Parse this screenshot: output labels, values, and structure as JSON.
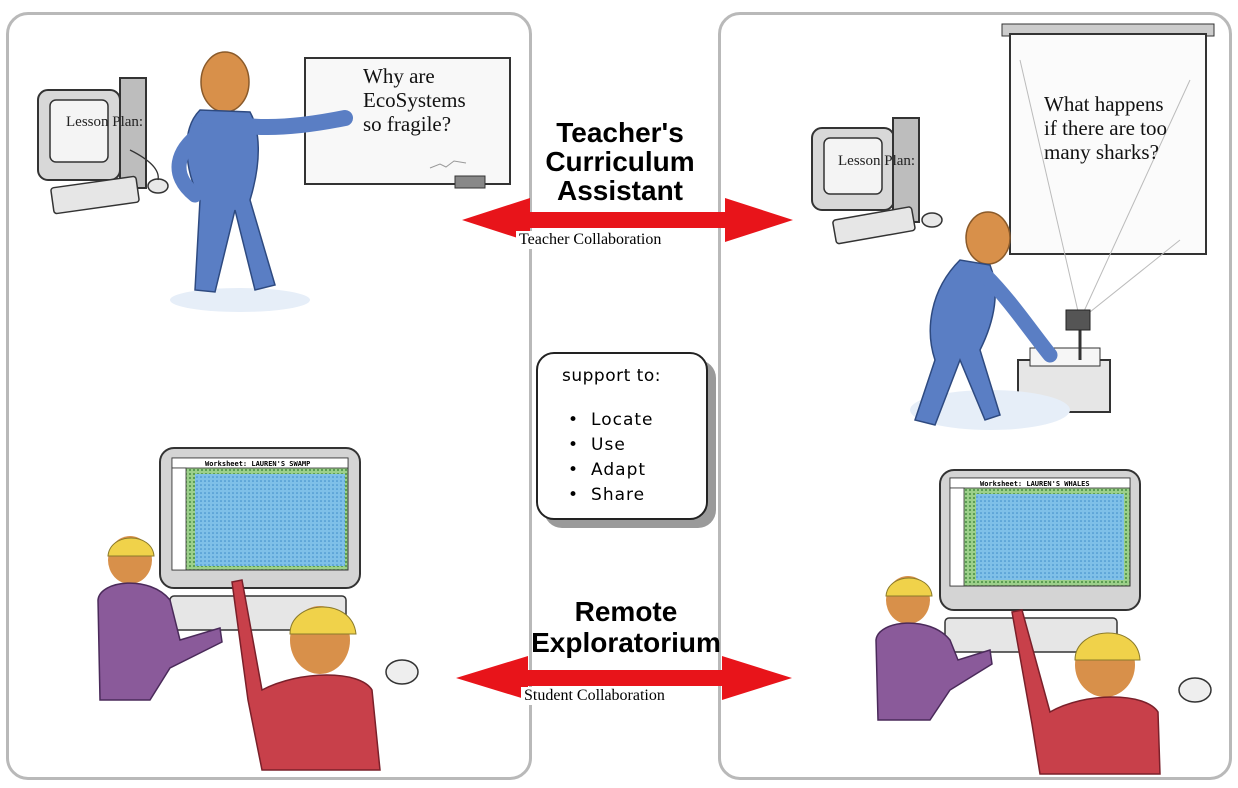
{
  "left_scene": {
    "monitor_text": "Lesson Plan:",
    "board_lines": [
      "Why are",
      "EcoSystems",
      "so fragile?"
    ],
    "worksheet_title": "Worksheet: LAUREN'S SWAMP"
  },
  "right_scene": {
    "monitor_text": "Lesson Plan:",
    "board_lines": [
      "What happens",
      "if there are too",
      "many sharks?"
    ],
    "worksheet_title": "Worksheet: LAUREN'S WHALES"
  },
  "top_link": {
    "title_lines": [
      "Teacher's",
      "Curriculum",
      "Assistant"
    ],
    "arrow_label": "Teacher Collaboration"
  },
  "bottom_link": {
    "title_lines": [
      "Remote",
      "Exploratorium"
    ],
    "arrow_label": "Student Collaboration"
  },
  "support": {
    "title": "support to:",
    "items": [
      "Locate",
      "Use",
      "Adapt",
      "Share"
    ]
  },
  "colors": {
    "arrow": "#e8141a",
    "teacher_body": "#5a7ec4",
    "student_purple": "#8a5a9a",
    "student_red": "#c8404a",
    "head": "#d8904a",
    "helmet": "#f0d24a",
    "water": "#7fc0e8",
    "grass": "#5aa84a"
  }
}
